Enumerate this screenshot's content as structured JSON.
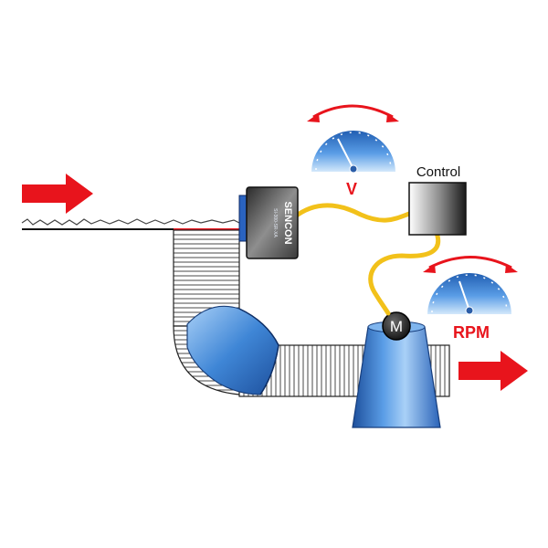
{
  "labels": {
    "control": "Control",
    "speed": "V",
    "rpm": "RPM",
    "motor": "M",
    "sensor_brand": "SENCON",
    "sensor_model": "SI-300-SR-XA"
  },
  "colors": {
    "arrow_red": "#e8141c",
    "label_red": "#e8141c",
    "body_blue": "#3f86d6",
    "body_blue_dark": "#1d4f9c",
    "cable_yellow": "#f2c11a",
    "gauge_blue": "#5a9de6"
  },
  "icons": {
    "input_arrow": "arrow-right-icon",
    "output_arrow": "arrow-right-icon",
    "speed_gauge": "gauge-icon",
    "rpm_gauge": "gauge-icon",
    "motor": "motor-icon",
    "sensor": "sensor-icon"
  }
}
